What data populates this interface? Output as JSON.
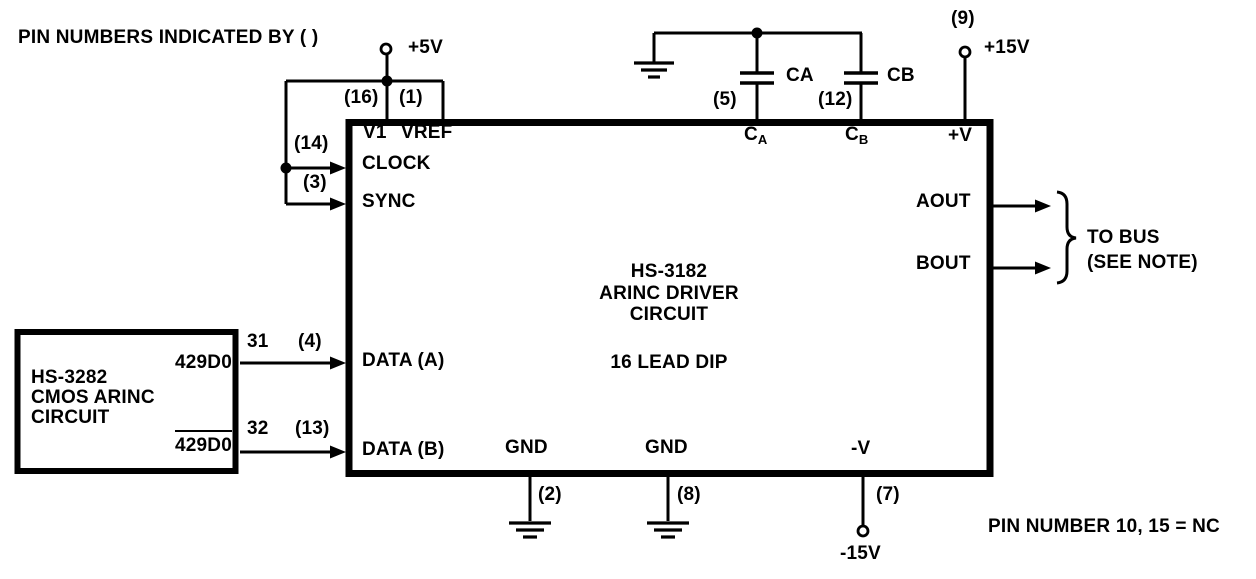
{
  "colors": {
    "ink": "#000000",
    "paper": "#ffffff"
  },
  "caption": "PIN NUMBERS INDICATED BY ( )",
  "footnote": "PIN NUMBER 10, 15 = NC",
  "power": {
    "v5_label": "+5V",
    "v15_label": "+15V",
    "v15_pin": "(9)",
    "neg15_label": "-15V"
  },
  "caps": {
    "ca": "CA",
    "cb": "CB"
  },
  "bus": {
    "line1": "TO BUS",
    "line2": "(SEE NOTE)"
  },
  "chip": {
    "title1": "HS-3182",
    "title2": "ARINC DRIVER",
    "title3": "CIRCUIT",
    "package": "16 LEAD DIP",
    "pin_v1": {
      "label": "V1",
      "num": "(16)"
    },
    "pin_vref": {
      "label": "VREF",
      "num": "(1)"
    },
    "pin_clock": {
      "label": "CLOCK",
      "num": "(14)"
    },
    "pin_sync": {
      "label": "SYNC",
      "num": "(3)"
    },
    "pin_ca": {
      "base": "C",
      "sub": "A",
      "num": "(5)"
    },
    "pin_cb": {
      "base": "C",
      "sub": "B",
      "num": "(12)"
    },
    "pin_pv": {
      "label": "+V"
    },
    "pin_aout": {
      "label": "AOUT"
    },
    "pin_bout": {
      "label": "BOUT"
    },
    "pin_dataa": {
      "label": "DATA (A)",
      "num": "(4)",
      "src": "31"
    },
    "pin_datab": {
      "label": "DATA (B)",
      "num": "(13)",
      "src": "32"
    },
    "pin_gnd2": {
      "label": "GND",
      "num": "(2)"
    },
    "pin_gnd8": {
      "label": "GND",
      "num": "(8)"
    },
    "pin_nv": {
      "label": "-V",
      "num": "(7)"
    }
  },
  "source": {
    "line1": "HS-3282",
    "line2": "CMOS ARINC",
    "line3": "CIRCUIT",
    "out_true": "429D0",
    "out_comp": "429D0"
  }
}
